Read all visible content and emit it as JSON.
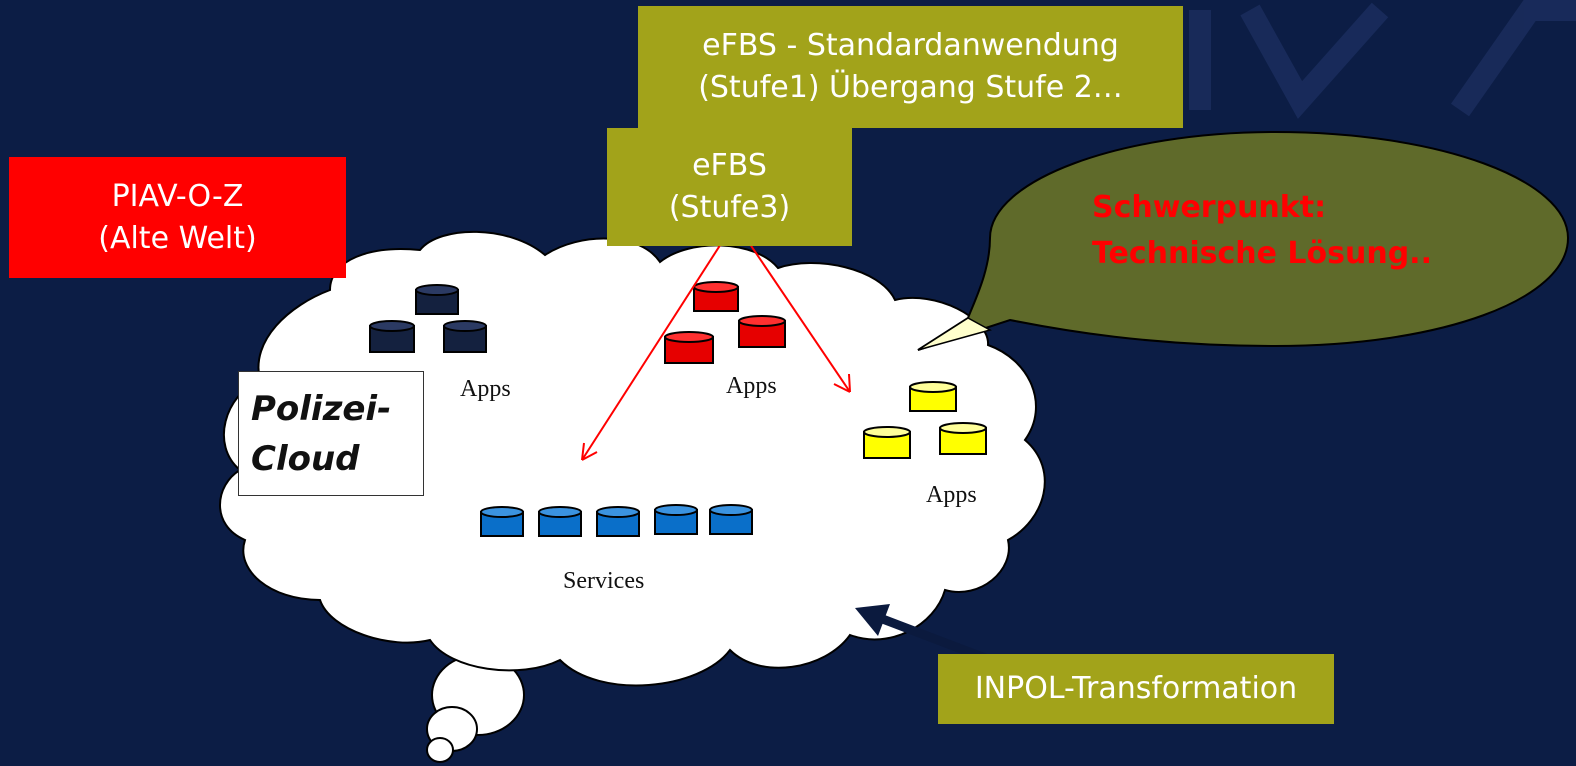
{
  "boxes": {
    "efbs_standard": {
      "line1": "eFBS - Standardanwendung",
      "line2": "(Stufe1) Übergang Stufe 2…"
    },
    "efbs_stufe3": {
      "line1": "eFBS",
      "line2": "(Stufe3)"
    },
    "piav": {
      "line1": "PIAV-O-Z",
      "line2": "(Alte Welt)"
    },
    "polizei_cloud": {
      "line1": "Polizei-",
      "line2": "Cloud"
    },
    "inpol": {
      "label": "INPOL-Transformation"
    }
  },
  "callout": {
    "line1": "Schwerpunkt:",
    "line2": "Technische Lösung.."
  },
  "cloud_labels": {
    "apps_left": "Apps",
    "apps_center": "Apps",
    "apps_right": "Apps",
    "services": "Services"
  },
  "colors": {
    "background": "#0c1d45",
    "olive_box": "#a2a31a",
    "callout_fill": "#5f6a2a",
    "red": "#ff0000",
    "navy_cylinder": "#14213f",
    "red_cylinder": "#e60000",
    "yellow_cylinder": "#ffff00",
    "blue_cylinder": "#0a6fc9"
  }
}
